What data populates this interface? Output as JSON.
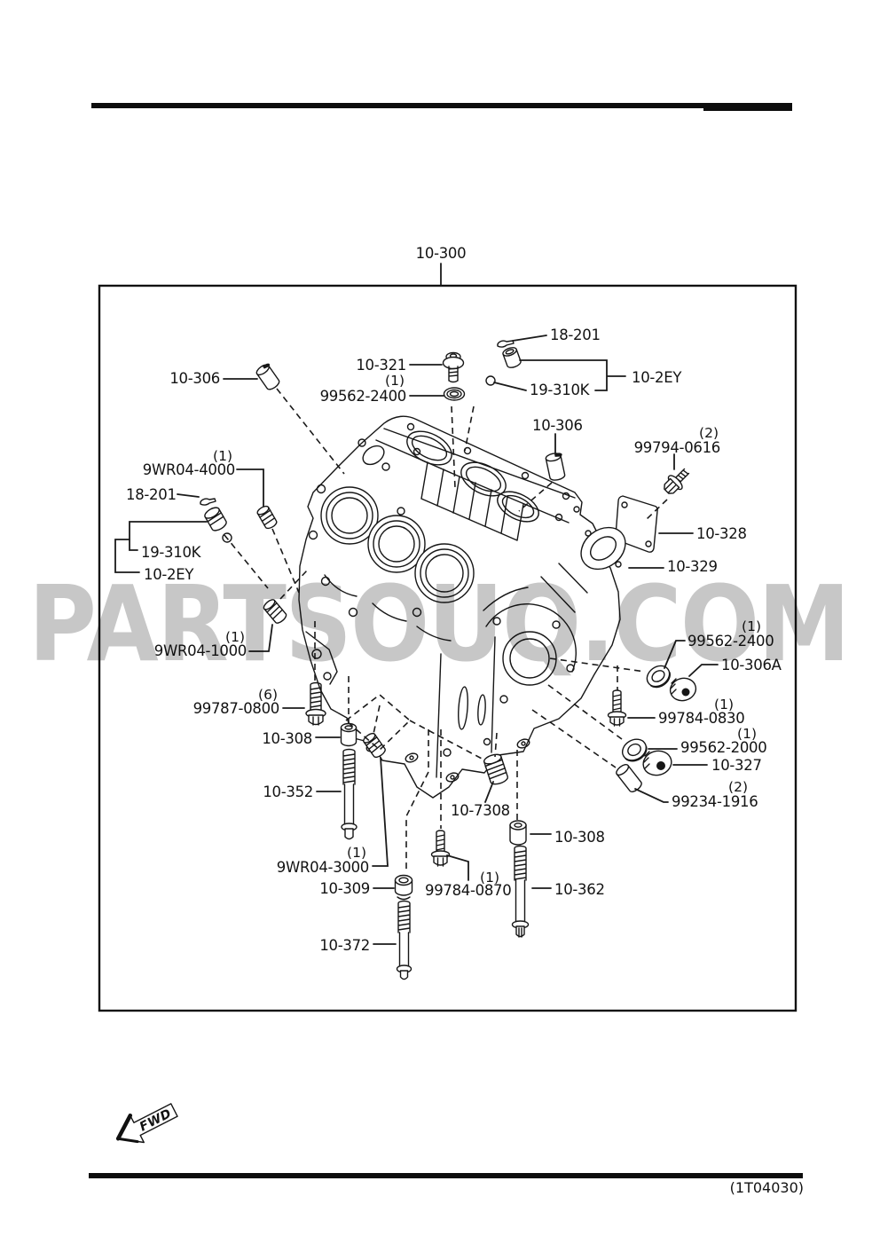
{
  "diagram": {
    "watermark": "PARTSOUQ.COM",
    "sheet_code": "(1T04030)",
    "direction_indicator": "FWD",
    "callouts": [
      {
        "text": "10-300"
      },
      {
        "text": "18-201"
      },
      {
        "text": "10-321"
      },
      {
        "text": "(1)"
      },
      {
        "text": "99562-2400"
      },
      {
        "text": "19-310K"
      },
      {
        "text": "10-2EY"
      },
      {
        "text": "10-306"
      },
      {
        "text": "10-306"
      },
      {
        "text": "(2)"
      },
      {
        "text": "99794-0616"
      },
      {
        "text": "10-328"
      },
      {
        "text": "10-329"
      },
      {
        "text": "(1)"
      },
      {
        "text": "9WR04-4000"
      },
      {
        "text": "18-201"
      },
      {
        "text": "19-310K"
      },
      {
        "text": "10-2EY"
      },
      {
        "text": "(1)"
      },
      {
        "text": "9WR04-1000"
      },
      {
        "text": "(1)"
      },
      {
        "text": "99562-2400"
      },
      {
        "text": "10-306A"
      },
      {
        "text": "(1)"
      },
      {
        "text": "99784-0830"
      },
      {
        "text": "(1)"
      },
      {
        "text": "99562-2000"
      },
      {
        "text": "10-327"
      },
      {
        "text": "(2)"
      },
      {
        "text": "99234-1916"
      },
      {
        "text": "(6)"
      },
      {
        "text": "99787-0800"
      },
      {
        "text": "10-308"
      },
      {
        "text": "10-352"
      },
      {
        "text": "10-7308"
      },
      {
        "text": "10-308"
      },
      {
        "text": "10-362"
      },
      {
        "text": "(1)"
      },
      {
        "text": "9WR04-3000"
      },
      {
        "text": "10-309"
      },
      {
        "text": "(1)"
      },
      {
        "text": "99784-0870"
      },
      {
        "text": "10-372"
      }
    ]
  }
}
